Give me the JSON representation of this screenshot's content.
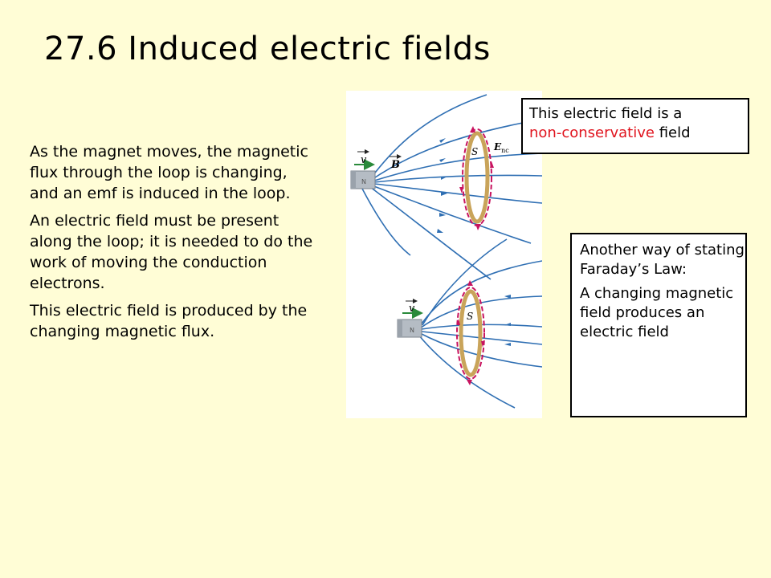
{
  "slide": {
    "title": "27.6 Induced electric fields",
    "paragraphs": [
      "As the magnet moves, the magnetic flux through the loop is changing, and an emf is induced in the loop.",
      "An electric field must be present along the loop; it is needed to do the work of moving the conduction electrons.",
      "This electric field is produced by the changing magnetic flux."
    ]
  },
  "callout_top": {
    "line1": "This electric field is a",
    "highlight": "non-conservative",
    "rest": " field",
    "highlight_color": "#e0141e"
  },
  "callout_right": {
    "paragraph1": "Another way of stating Faraday’s Law:",
    "paragraph2": "A changing magnetic field produces an electric field"
  },
  "figure": {
    "labels": {
      "v_top": "v",
      "b": "B",
      "s_top": "S",
      "e": "E",
      "e_sub": "nc",
      "v_bottom": "v",
      "s_bottom": "S"
    },
    "colors": {
      "field_lines": "#2f6fb3",
      "loop_ring": "#c9a45a",
      "loop_arrows": "#c8135f",
      "magnet": "#b5bcc4",
      "velocity_arrow": "#2a8a3a"
    }
  }
}
